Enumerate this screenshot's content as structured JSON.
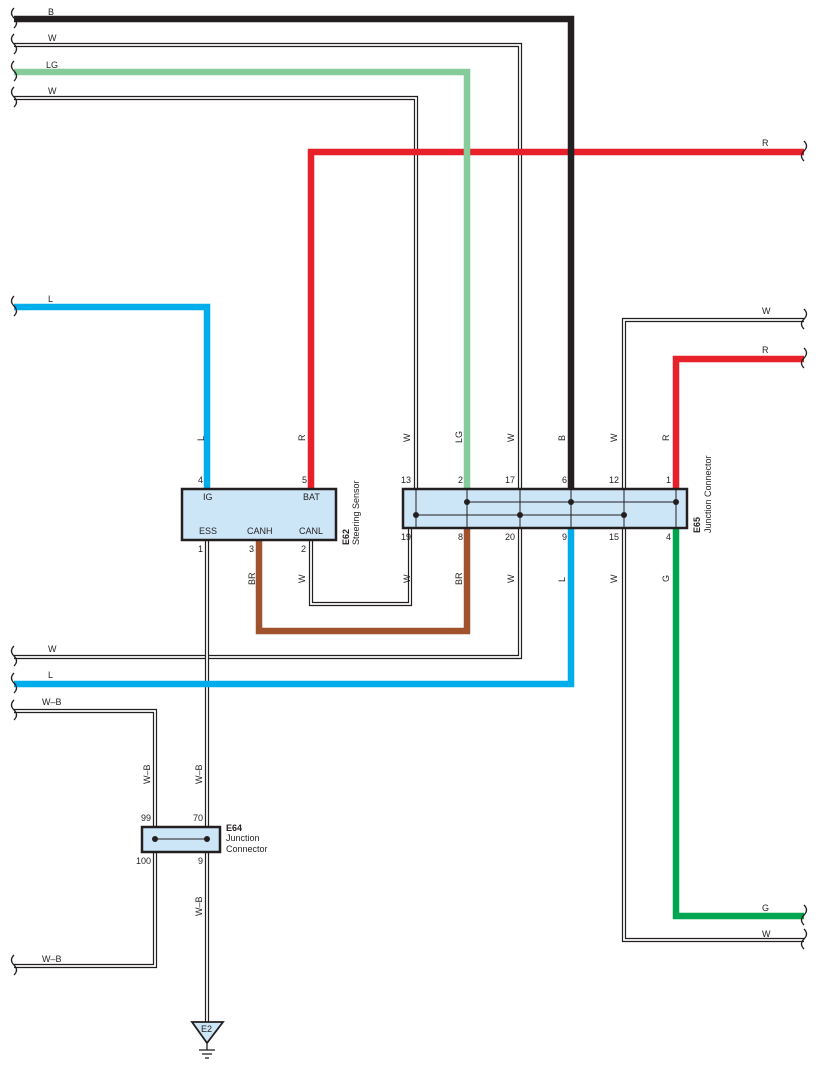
{
  "colors": {
    "B": "#231f20",
    "LG": "#86cc9a",
    "R": "#e8202a",
    "L": "#00adeb",
    "BR": "#a0522d",
    "G": "#00a551",
    "W": "#ffffff",
    "connector_fill": "#cde6f7"
  },
  "wire_labels": {
    "top_B": "B",
    "top_W1": "W",
    "top_LG": "LG",
    "top_W2": "W",
    "right_R_top": "R",
    "left_L": "L",
    "right_W": "W",
    "right_R2": "R",
    "left_W_bottom": "W",
    "left_L_bottom": "L",
    "left_WB_top": "W–B",
    "right_G": "G",
    "right_W_bottom": "W",
    "left_WB_bottom": "W–B"
  },
  "vertical_labels": {
    "v_L": "L",
    "v_R": "R",
    "v_W13": "W",
    "v_LG": "LG",
    "v_W17": "W",
    "v_B": "B",
    "v_W12": "W",
    "v_R1": "R",
    "v_BR3": "BR",
    "v_W2": "W",
    "v_W19": "W",
    "v_BR8": "BR",
    "v_W20": "W",
    "v_L9": "L",
    "v_W15": "W",
    "v_G4": "G",
    "v_WB99": "W–B",
    "v_WB70": "W–B",
    "v_WB9": "W–B"
  },
  "e62": {
    "code": "E62",
    "name": "Steering Sensor",
    "terminals": {
      "ig": "IG",
      "bat": "BAT",
      "ess": "ESS",
      "canh": "CANH",
      "canl": "CANL"
    },
    "pins": {
      "p4": "4",
      "p5": "5",
      "p1": "1",
      "p3": "3",
      "p2": "2"
    }
  },
  "e65": {
    "code": "E65",
    "name": "Junction Connector",
    "pins": {
      "p13": "13",
      "p2": "2",
      "p17": "17",
      "p6": "6",
      "p12": "12",
      "p1": "1",
      "p19": "19",
      "p8": "8",
      "p20": "20",
      "p9": "9",
      "p15": "15",
      "p4": "4"
    }
  },
  "e64": {
    "code": "E64",
    "name_line1": "Junction",
    "name_line2": "Connector",
    "pins": {
      "p99": "99",
      "p70": "70",
      "p100": "100",
      "p9": "9"
    }
  },
  "ground": {
    "code": "E2"
  }
}
